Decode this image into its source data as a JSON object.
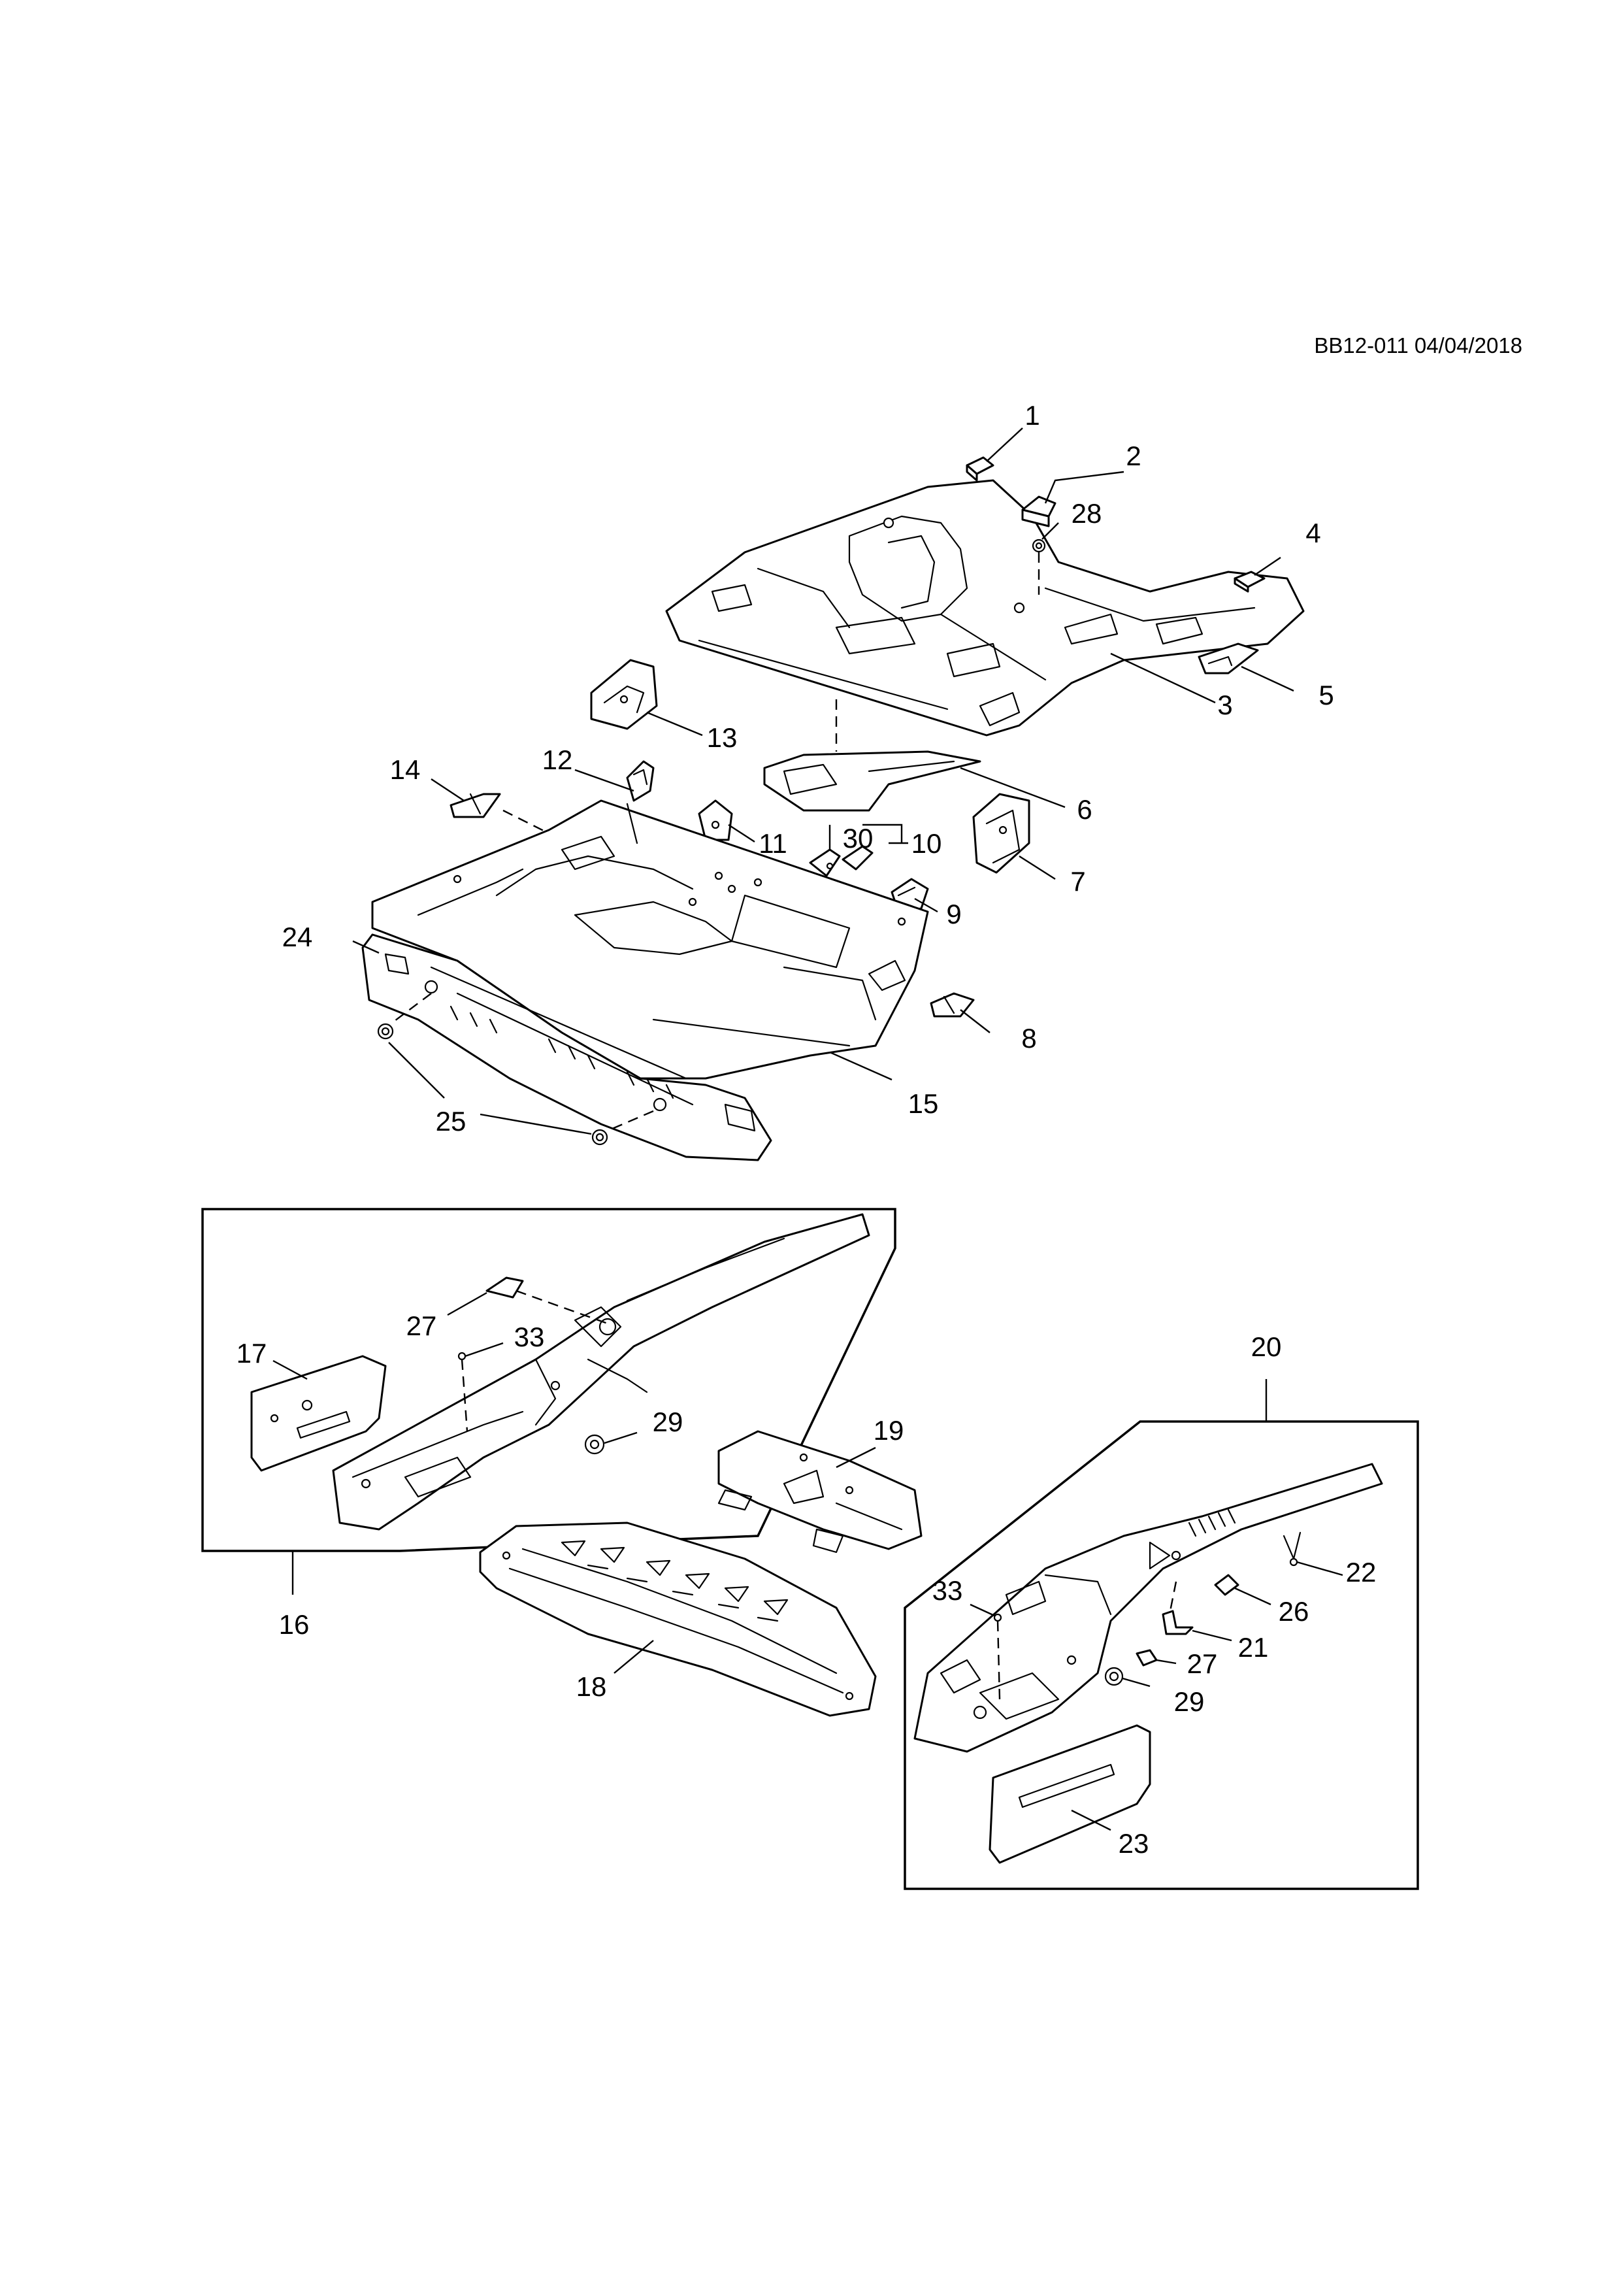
{
  "document": {
    "reference": "BB12-011 04/04/2018"
  },
  "callouts": {
    "c1": "1",
    "c2": "2",
    "c3": "3",
    "c4": "4",
    "c5": "5",
    "c6": "6",
    "c7": "7",
    "c8": "8",
    "c9": "9",
    "c10": "10",
    "c11": "11",
    "c12": "12",
    "c13": "13",
    "c14": "14",
    "c15": "15",
    "c16": "16",
    "c17": "17",
    "c18": "18",
    "c19": "19",
    "c20": "20",
    "c21": "21",
    "c22": "22",
    "c23": "23",
    "c24": "24",
    "c25": "25",
    "c26": "26",
    "c27a": "27",
    "c27b": "27",
    "c28": "28",
    "c29a": "29",
    "c29b": "29",
    "c30": "30",
    "c33a": "33",
    "c33b": "33"
  }
}
